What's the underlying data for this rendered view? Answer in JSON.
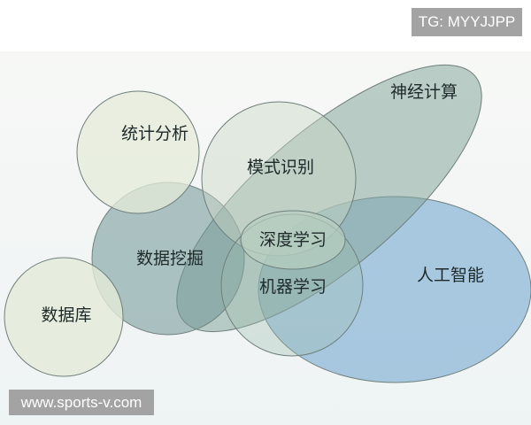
{
  "diagram": {
    "sets": {
      "statistics": "统计分析",
      "pattern_recognition": "模式识别",
      "neural_computing": "神经计算",
      "data_mining": "数据挖掘",
      "database": "数据库",
      "deep_learning": "深度学习",
      "machine_learning": "机器学习",
      "artificial_intelligence": "人工智能"
    },
    "colors": {
      "background": "#f3f6f5",
      "light_green": "#e4ebd8",
      "sage": "#9fb8a8",
      "teal": "#7ea3a0",
      "blue": "#8fb8d8",
      "outline": "#6f7f7c"
    }
  },
  "watermarks": {
    "top": "TG: MYYJJPP",
    "bottom": "www.sports-v.com"
  }
}
